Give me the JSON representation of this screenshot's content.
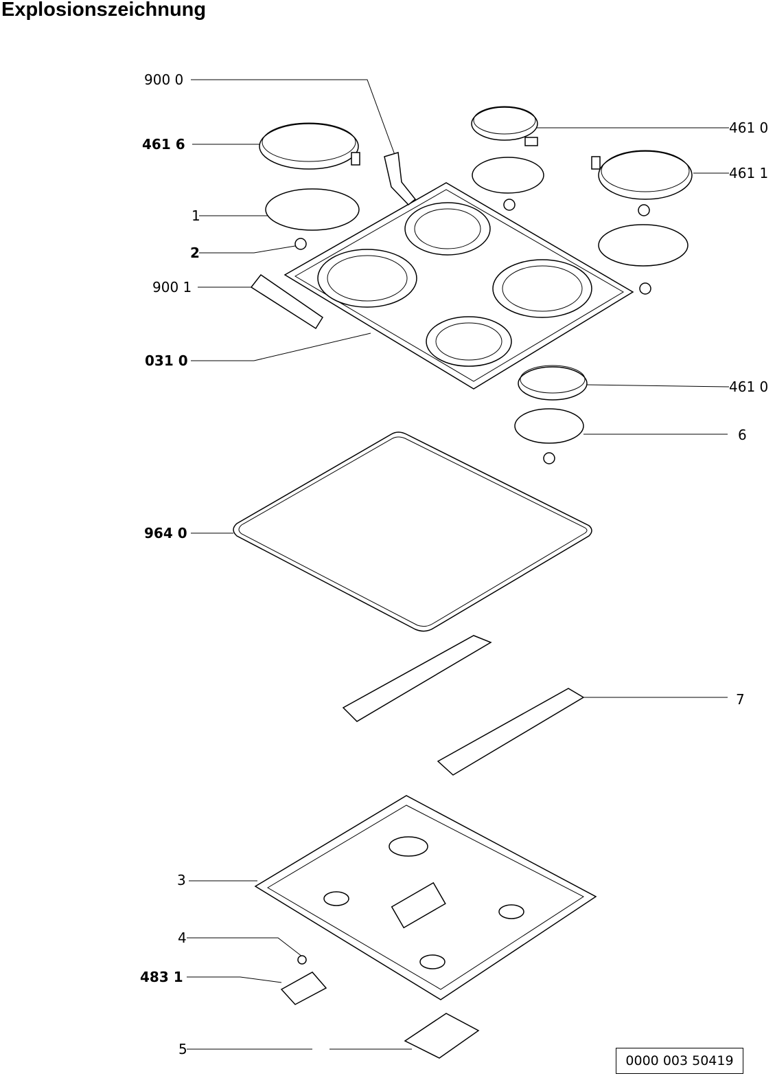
{
  "title": "Explosionszeichnung",
  "labels": {
    "l9000": "900 0",
    "l4616": "461 6",
    "l1": "1",
    "l2": "2",
    "l9001": "900 1",
    "l0310": "031 0",
    "l4610a": "461 0",
    "l4611": "461 1",
    "l4610b": "461 0",
    "l6": "6",
    "l9640": "964 0",
    "l7": "7",
    "l3": "3",
    "l4": "4",
    "l4831": "483 1",
    "l5": "5"
  },
  "drawing_code": "0000 003 50419"
}
